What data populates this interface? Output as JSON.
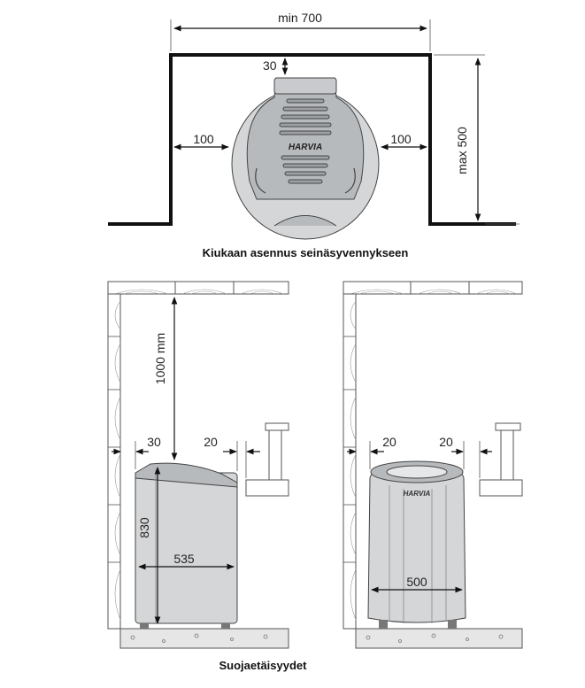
{
  "top_view": {
    "width_label": "min 700",
    "depth_label": "max 500",
    "back_gap_label": "30",
    "left_gap_label": "100",
    "right_gap_label": "100",
    "brand_label": "HARVIA",
    "caption": "Kiukaan asennus seinäsyvennykseen"
  },
  "side_left": {
    "ceiling_label": "1000 mm",
    "wall_gap_label": "30",
    "rail_gap_label": "20",
    "height_label": "830",
    "width_label": "535"
  },
  "side_right": {
    "wall_gap_label": "20",
    "rail_gap_label": "20",
    "width_label": "500",
    "brand_label": "HARVIA"
  },
  "bottom_caption": "Suojaetäisyydet",
  "colors": {
    "heater_body": "#d4d6d8",
    "lines": "#111111"
  }
}
